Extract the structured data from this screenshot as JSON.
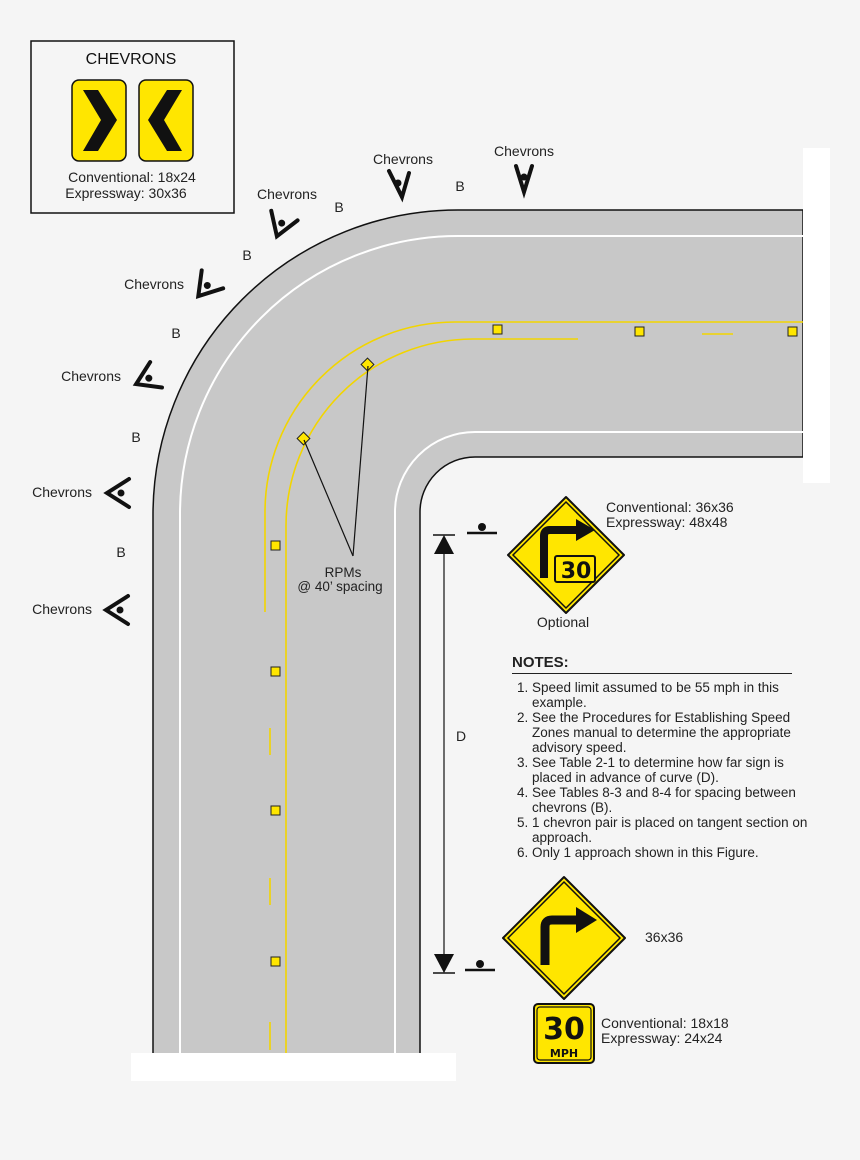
{
  "legend": {
    "title": "CHEVRONS",
    "conventional": "Conventional: 18x24",
    "expressway": "Expressway: 30x36"
  },
  "chevron_labels": [
    "Chevrons",
    "Chevrons",
    "Chevrons",
    "Chevrons",
    "Chevrons",
    "Chevrons",
    "Chevrons"
  ],
  "spacing_label": "B",
  "rpm_label": "RPMs",
  "rpm_spacing": "@ 40’ spacing",
  "distance_label": "D",
  "advisory_sign": {
    "speed": "30",
    "conventional": "Conventional: 36x36",
    "expressway": "Expressway: 48x48",
    "optional": "Optional"
  },
  "curve_sign": {
    "size": "36x36"
  },
  "speed_plaque": {
    "speed": "30",
    "unit": "MPH",
    "conventional": "Conventional: 18x18",
    "expressway": "Expressway: 24x24"
  },
  "notes": {
    "title": "NOTES:",
    "items": [
      "Speed limit assumed to be 55 mph in this example.",
      "See the Procedures for Establishing Speed Zones manual to determine the appropriate advisory speed.",
      "See Table 2-1 to determine how far sign is placed in advance of curve (D).",
      "See Tables 8-3 and 8-4 for spacing between chevrons (B).",
      "1 chevron pair is placed on tangent section on approach.",
      "Only 1 approach shown in this Figure."
    ]
  },
  "colors": {
    "road": "#c8c8c8",
    "yellow": "#ffe600",
    "background": "#f5f5f5"
  }
}
